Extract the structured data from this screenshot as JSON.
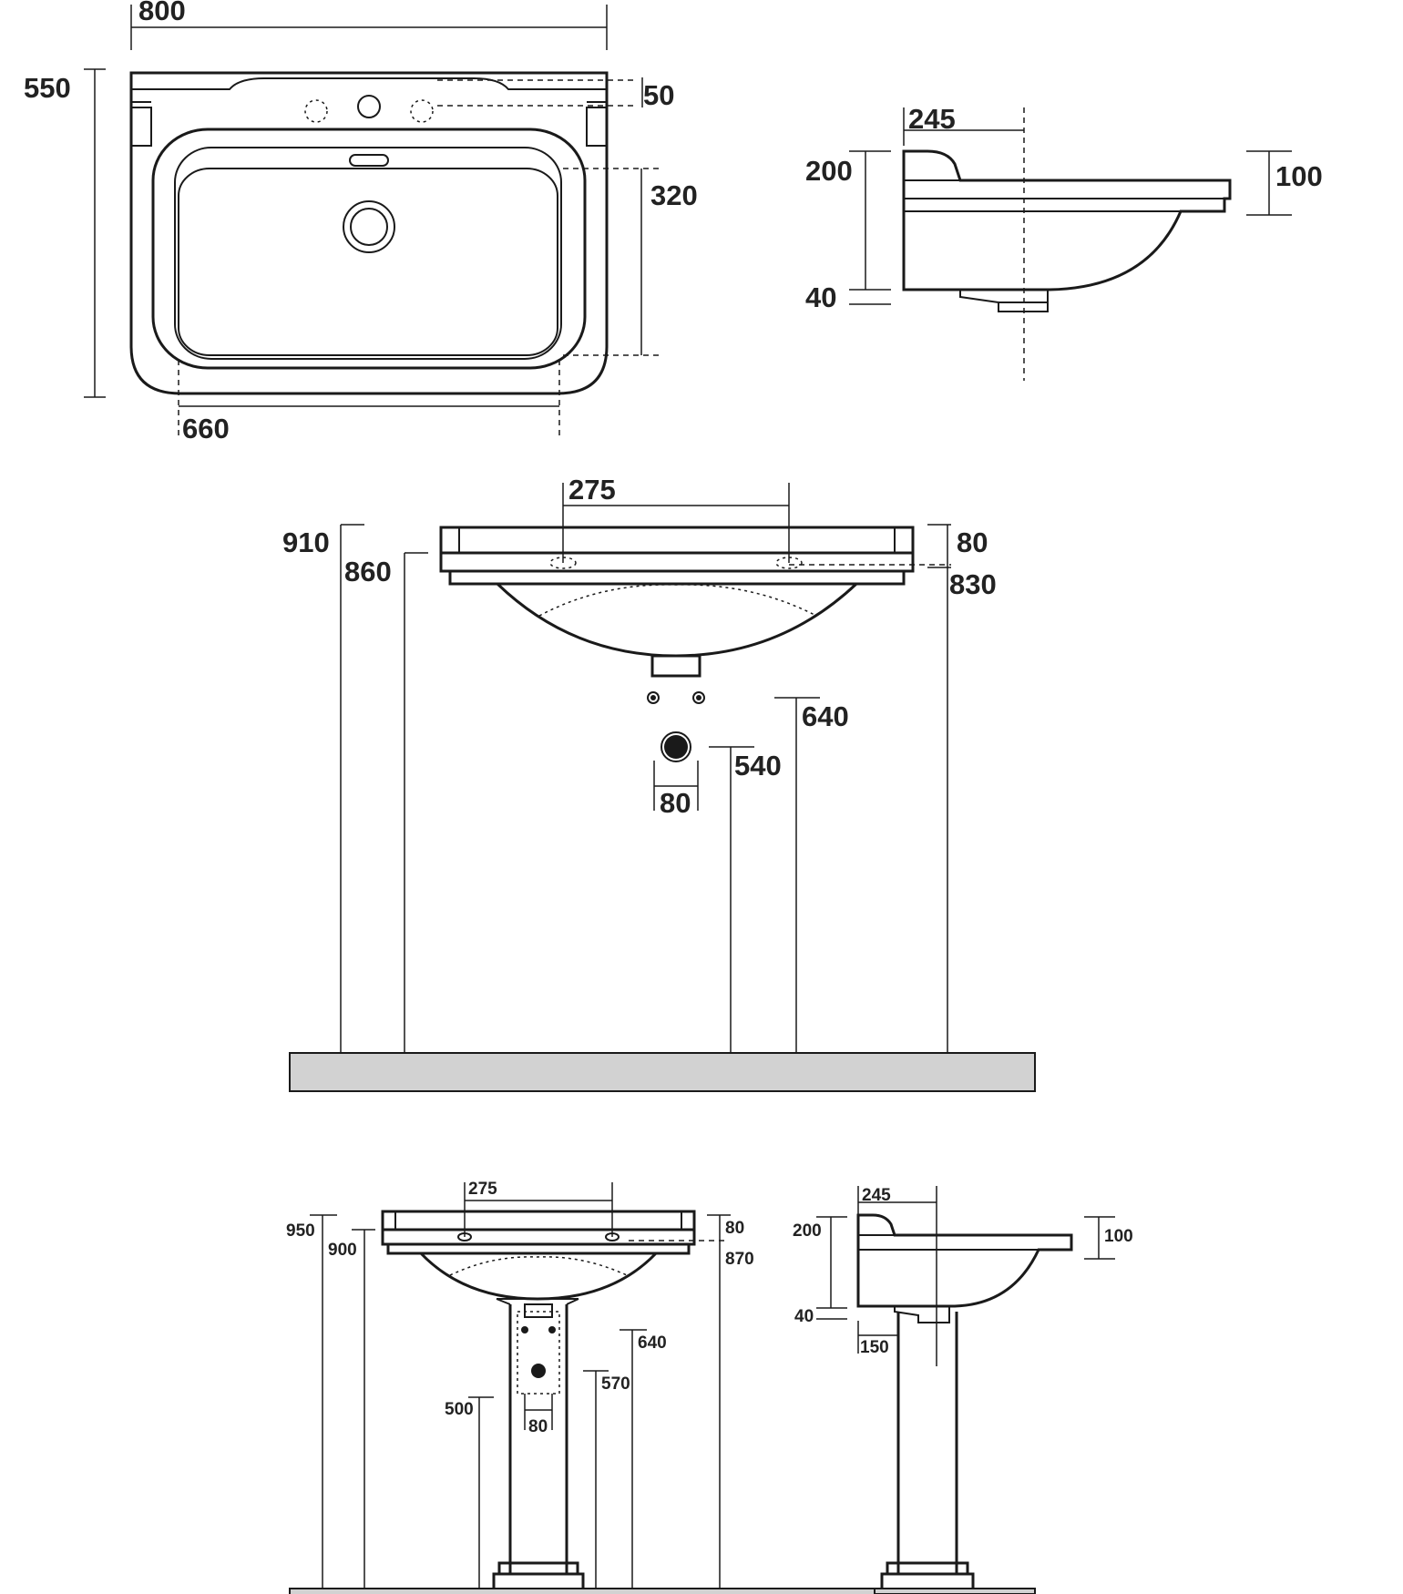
{
  "colors": {
    "line": "#1a1a1a",
    "text": "#222222",
    "floor": "#d2d2d2"
  },
  "top_view": {
    "overall_width": "800",
    "overall_depth": "550",
    "tap_hole_offset": "50",
    "basin_depth": "320",
    "basin_width": "660"
  },
  "side_view_top": {
    "projection": "245",
    "height": "200",
    "rim_height": "100",
    "waste_drop": "40"
  },
  "wall_hung_front": {
    "tap_spacing": "275",
    "rim_from_floor": "910",
    "tap_from_floor": "860",
    "overflow_height": "80",
    "underside_from_floor": "830",
    "supply_height": "640",
    "waste_height": "540",
    "waste_width": "80"
  },
  "pedestal_front": {
    "tap_spacing": "275",
    "rim_from_floor": "950",
    "tap_from_floor": "900",
    "overflow_height": "80",
    "underside_from_floor": "870",
    "supply_height": "640",
    "waste_height": "570",
    "pedestal_gap": "500",
    "waste_width": "80"
  },
  "pedestal_side": {
    "projection": "245",
    "height": "200",
    "rim_height": "100",
    "waste_drop": "40",
    "pedestal_setback": "150"
  }
}
